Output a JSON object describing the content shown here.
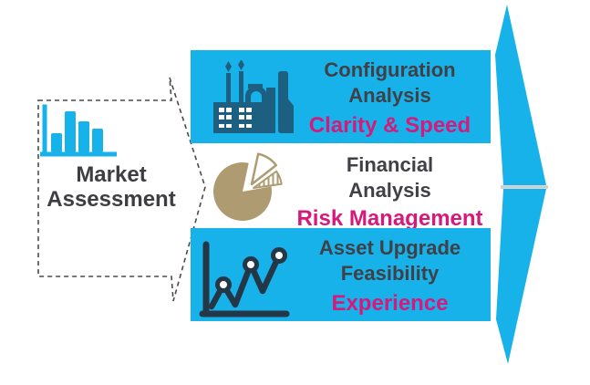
{
  "colors": {
    "cyan": "#17B2EA",
    "magenta": "#D6197B",
    "dark_text": "#404046",
    "factory_teal": "#1D5F80",
    "pie_tan": "#AE9B72",
    "chart_dark": "#233746",
    "dashed_outline": "#4A4A4A",
    "chevron_seam": "#C9D0D4"
  },
  "left_step": {
    "line1": "Market",
    "line2": "Assessment",
    "icon": "bar-chart-icon"
  },
  "steps": [
    {
      "line1": "Configuration",
      "line2": "Analysis",
      "highlight": "Clarity & Speed",
      "icon": "factory-icon"
    },
    {
      "line1": "Financial",
      "line2": "Analysis",
      "highlight": "Risk Management",
      "icon": "pie-chart-icon"
    },
    {
      "line1": "Asset Upgrade",
      "line2": "Feasibility",
      "highlight": "Experience",
      "icon": "line-chart-icon"
    }
  ]
}
